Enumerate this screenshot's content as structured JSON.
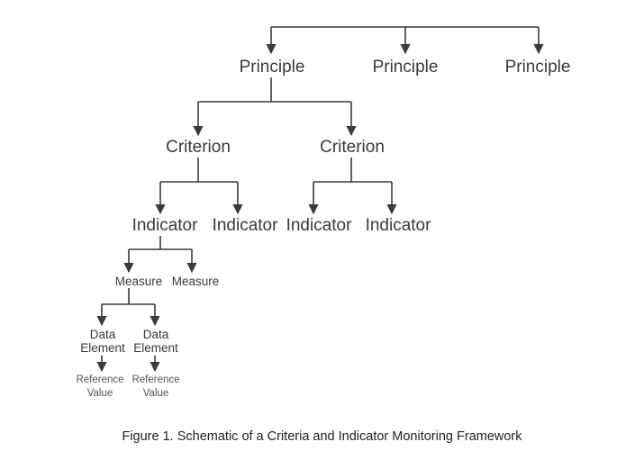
{
  "principles": [
    "Principle",
    "Principle",
    "Principle"
  ],
  "criteria": [
    "Criterion",
    "Criterion"
  ],
  "indicators": [
    "Indicator",
    "Indicator",
    "Indicator",
    "Indicator"
  ],
  "measures": [
    "Measure",
    "Measure"
  ],
  "data_elements": [
    {
      "line1": "Data",
      "line2": "Element"
    },
    {
      "line1": "Data",
      "line2": "Element"
    }
  ],
  "reference_values": [
    {
      "line1": "Reference",
      "line2": "Value"
    },
    {
      "line1": "Reference",
      "line2": "Value"
    }
  ],
  "caption": "Figure 1.  Schematic of a Criteria and Indicator Monitoring Framework"
}
